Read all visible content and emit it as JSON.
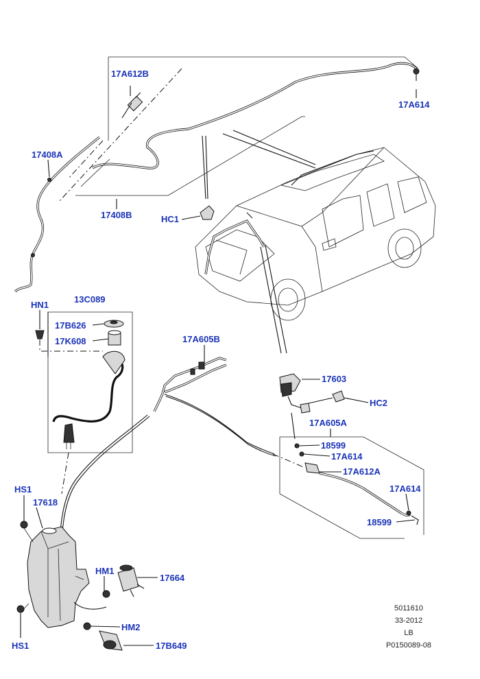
{
  "labels": {
    "l_17A612B": "17A612B",
    "l_17A614_top": "17A614",
    "l_17408A": "17408A",
    "l_17408B": "17408B",
    "l_HC1": "HC1",
    "l_HN1": "HN1",
    "l_13C089": "13C089",
    "l_17B626": "17B626",
    "l_17K608": "17K608",
    "l_17A605B": "17A605B",
    "l_17603": "17603",
    "l_HC2": "HC2",
    "l_17A605A": "17A605A",
    "l_18599_a": "18599",
    "l_17A614_mid": "17A614",
    "l_17A612A": "17A612A",
    "l_17A614_right": "17A614",
    "l_18599_b": "18599",
    "l_HS1_top": "HS1",
    "l_17618": "17618",
    "l_HM1": "HM1",
    "l_17664": "17664",
    "l_HM2": "HM2",
    "l_HS1_bottom": "HS1",
    "l_17B649": "17B649"
  },
  "meta": {
    "code": "5011610",
    "date": "33-2012",
    "region": "LB",
    "ref": "P0150089-08"
  },
  "colors": {
    "label": "#1a33b8",
    "line": "#111111",
    "background": "#ffffff"
  }
}
